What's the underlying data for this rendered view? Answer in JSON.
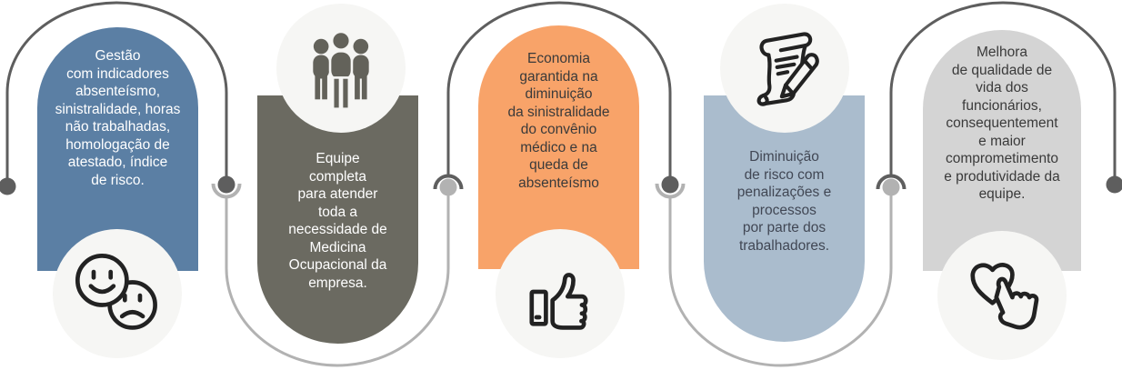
{
  "cards": [
    {
      "name": "gestao-indicadores",
      "position": "top",
      "color": "#5b7fa4",
      "text_color": "#ffffff",
      "icon": "smiley-sad-faces",
      "text": "Gestão\ncom indicadores\nabsenteísmo,\nsinistralidade, horas\nnão trabalhadas,\nhomologação de\natestado, índice\nde risco."
    },
    {
      "name": "equipe-completa",
      "position": "bottom",
      "color": "#6b6a61",
      "text_color": "#ffffff",
      "icon": "team",
      "text": "Equipe\ncompleta\npara atender\ntoda a\nnecessidade de\nMedicina\nOcupacional da\nempresa."
    },
    {
      "name": "economia-garantida",
      "position": "top",
      "color": "#f8a369",
      "text_color": "#3a3a3a",
      "icon": "thumbs-up",
      "text": "Economia\ngarantida na\ndiminuição\nda sinistralidade\ndo convênio\nmédico e na\nqueda de\nabsenteísmo"
    },
    {
      "name": "diminuicao-risco",
      "position": "bottom",
      "color": "#aabccd",
      "text_color": "#414754",
      "icon": "contract-pen",
      "text": "Diminuição\nde risco com\npenalizações e\nprocessos\npor parte dos\ntrabalhadores."
    },
    {
      "name": "melhora-qualidade",
      "position": "top",
      "color": "#d4d4d4",
      "text_color": "#3a3a3a",
      "icon": "heart-click",
      "text": "Melhora\nde qualidade de\nvida dos\nfuncionários,\nconsequentement\ne maior\ncomprometimento\ne produtividade da\nequipe."
    }
  ],
  "connector": {
    "dark_color": "#5e5e5e",
    "light_color": "#b2b2b2"
  },
  "icon_style": {
    "outline_color": "#222222",
    "people_color": "#63625a",
    "circle_bg": "#f6f6f4"
  }
}
